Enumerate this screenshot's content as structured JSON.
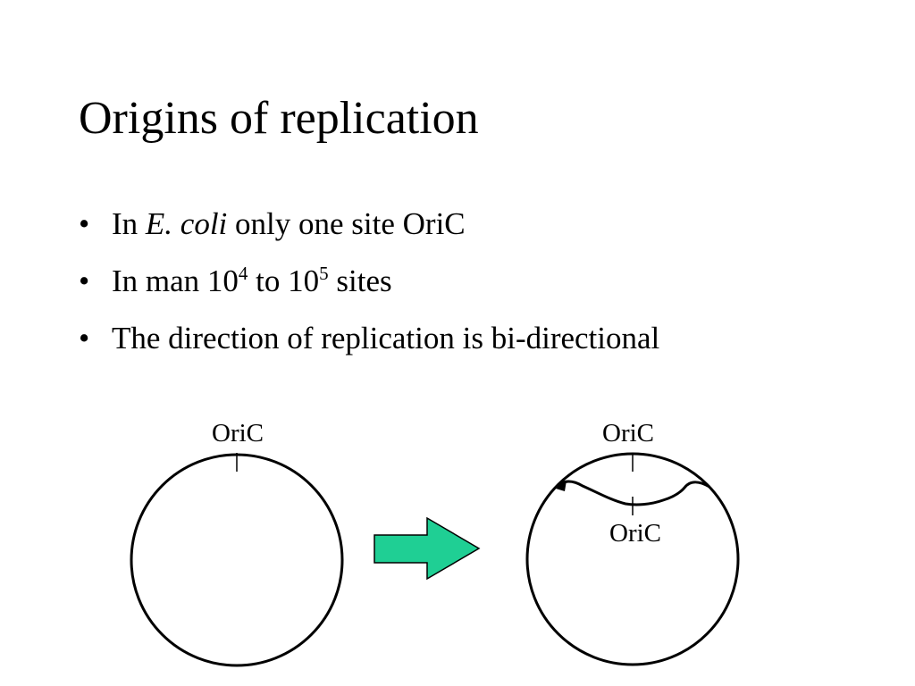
{
  "slide": {
    "title": "Origins of replication",
    "bullets": [
      {
        "glyph": "•",
        "pre": "In ",
        "em": "E. coli",
        "post": " only one site OriC"
      },
      {
        "glyph": "•",
        "pre": "In man 10",
        "sup1": "4",
        "mid": " to 10",
        "sup2": "5",
        "post": " sites"
      },
      {
        "glyph": "•",
        "text": "The direction of replication is bi-directional"
      }
    ]
  },
  "diagram": {
    "left_label": "OriC",
    "right_top_label": "OriC",
    "right_inner_label": "OriC",
    "arrow_color": "#1fcf94",
    "arrow_icon": "right-arrow-icon"
  }
}
